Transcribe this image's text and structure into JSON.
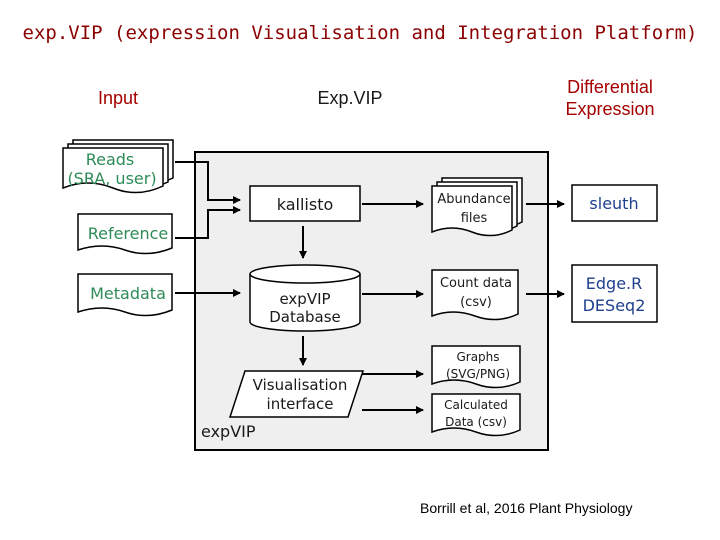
{
  "title": "exp.VIP (expression Visualisation and Integration Platform)",
  "columns": {
    "input": "Input",
    "expvip": "Exp.VIP",
    "de_line1": "Differential",
    "de_line2": "Expression"
  },
  "inputs": {
    "reads_line1": "Reads",
    "reads_line2": "(SRA, user)",
    "reference": "Reference",
    "metadata": "Metadata"
  },
  "pipeline": {
    "kallisto": "kallisto",
    "database_line1": "expVIP",
    "database_line2": "Database",
    "vis_line1": "Visualisation",
    "vis_line2": "interface",
    "panel_label": "expVIP"
  },
  "outputs": {
    "abundance_line1": "Abundance",
    "abundance_line2": "files",
    "count_line1": "Count data",
    "count_line2": "(csv)",
    "graphs_line1": "Graphs",
    "graphs_line2": "(SVG/PNG)",
    "calc_line1": "Calculated",
    "calc_line2": "Data (csv)"
  },
  "tools": {
    "sleuth": "sleuth",
    "edger": "Edge.R",
    "deseq2": "DESeq2"
  },
  "citation": "Borrill et al, 2016 Plant Physiology",
  "colors": {
    "title": "#8b0000",
    "input_text": "#2e8b57",
    "tool_text": "#1f3f8f",
    "panel_bg": "#efefef",
    "stroke": "#000000"
  }
}
